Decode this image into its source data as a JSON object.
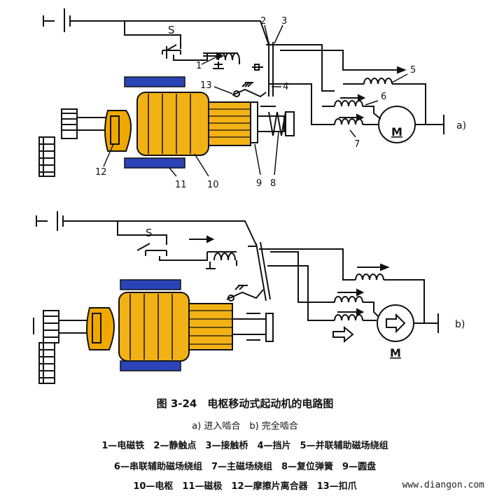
{
  "diagram_a": {
    "switch_label": "S",
    "motor_label": "M",
    "panel_label": "a)",
    "callouts": {
      "c1": "1",
      "c2": "2",
      "c3": "3",
      "c4": "4",
      "c5": "5",
      "c6": "6",
      "c7": "7",
      "c8": "8",
      "c9": "9",
      "c10": "10",
      "c11": "11",
      "c12": "12",
      "c13": "13"
    }
  },
  "diagram_b": {
    "switch_label": "S",
    "motor_label": "M",
    "panel_label": "b)"
  },
  "caption": {
    "title": "图 3-24　电枢移动式起动机的电路图",
    "subtitle": "a) 进入啮合　b) 完全啮合",
    "legend_line1": "1—电磁铁　2—静触点　3—接触桥　4—挡片　5—并联辅助磁场绕组",
    "legend_line2": "6—串联辅助磁场绕组　7—主磁场绕组　8—复位弹簧　9—圆盘",
    "legend_line3": "10—电枢　11—磁极　12—摩擦片离合器　13—扣爪"
  },
  "watermark": "www.diangon.com",
  "colors": {
    "armature": "#f2b216",
    "clutch": "#f0a800",
    "pole": "#2a44b8",
    "line": "#111111"
  }
}
